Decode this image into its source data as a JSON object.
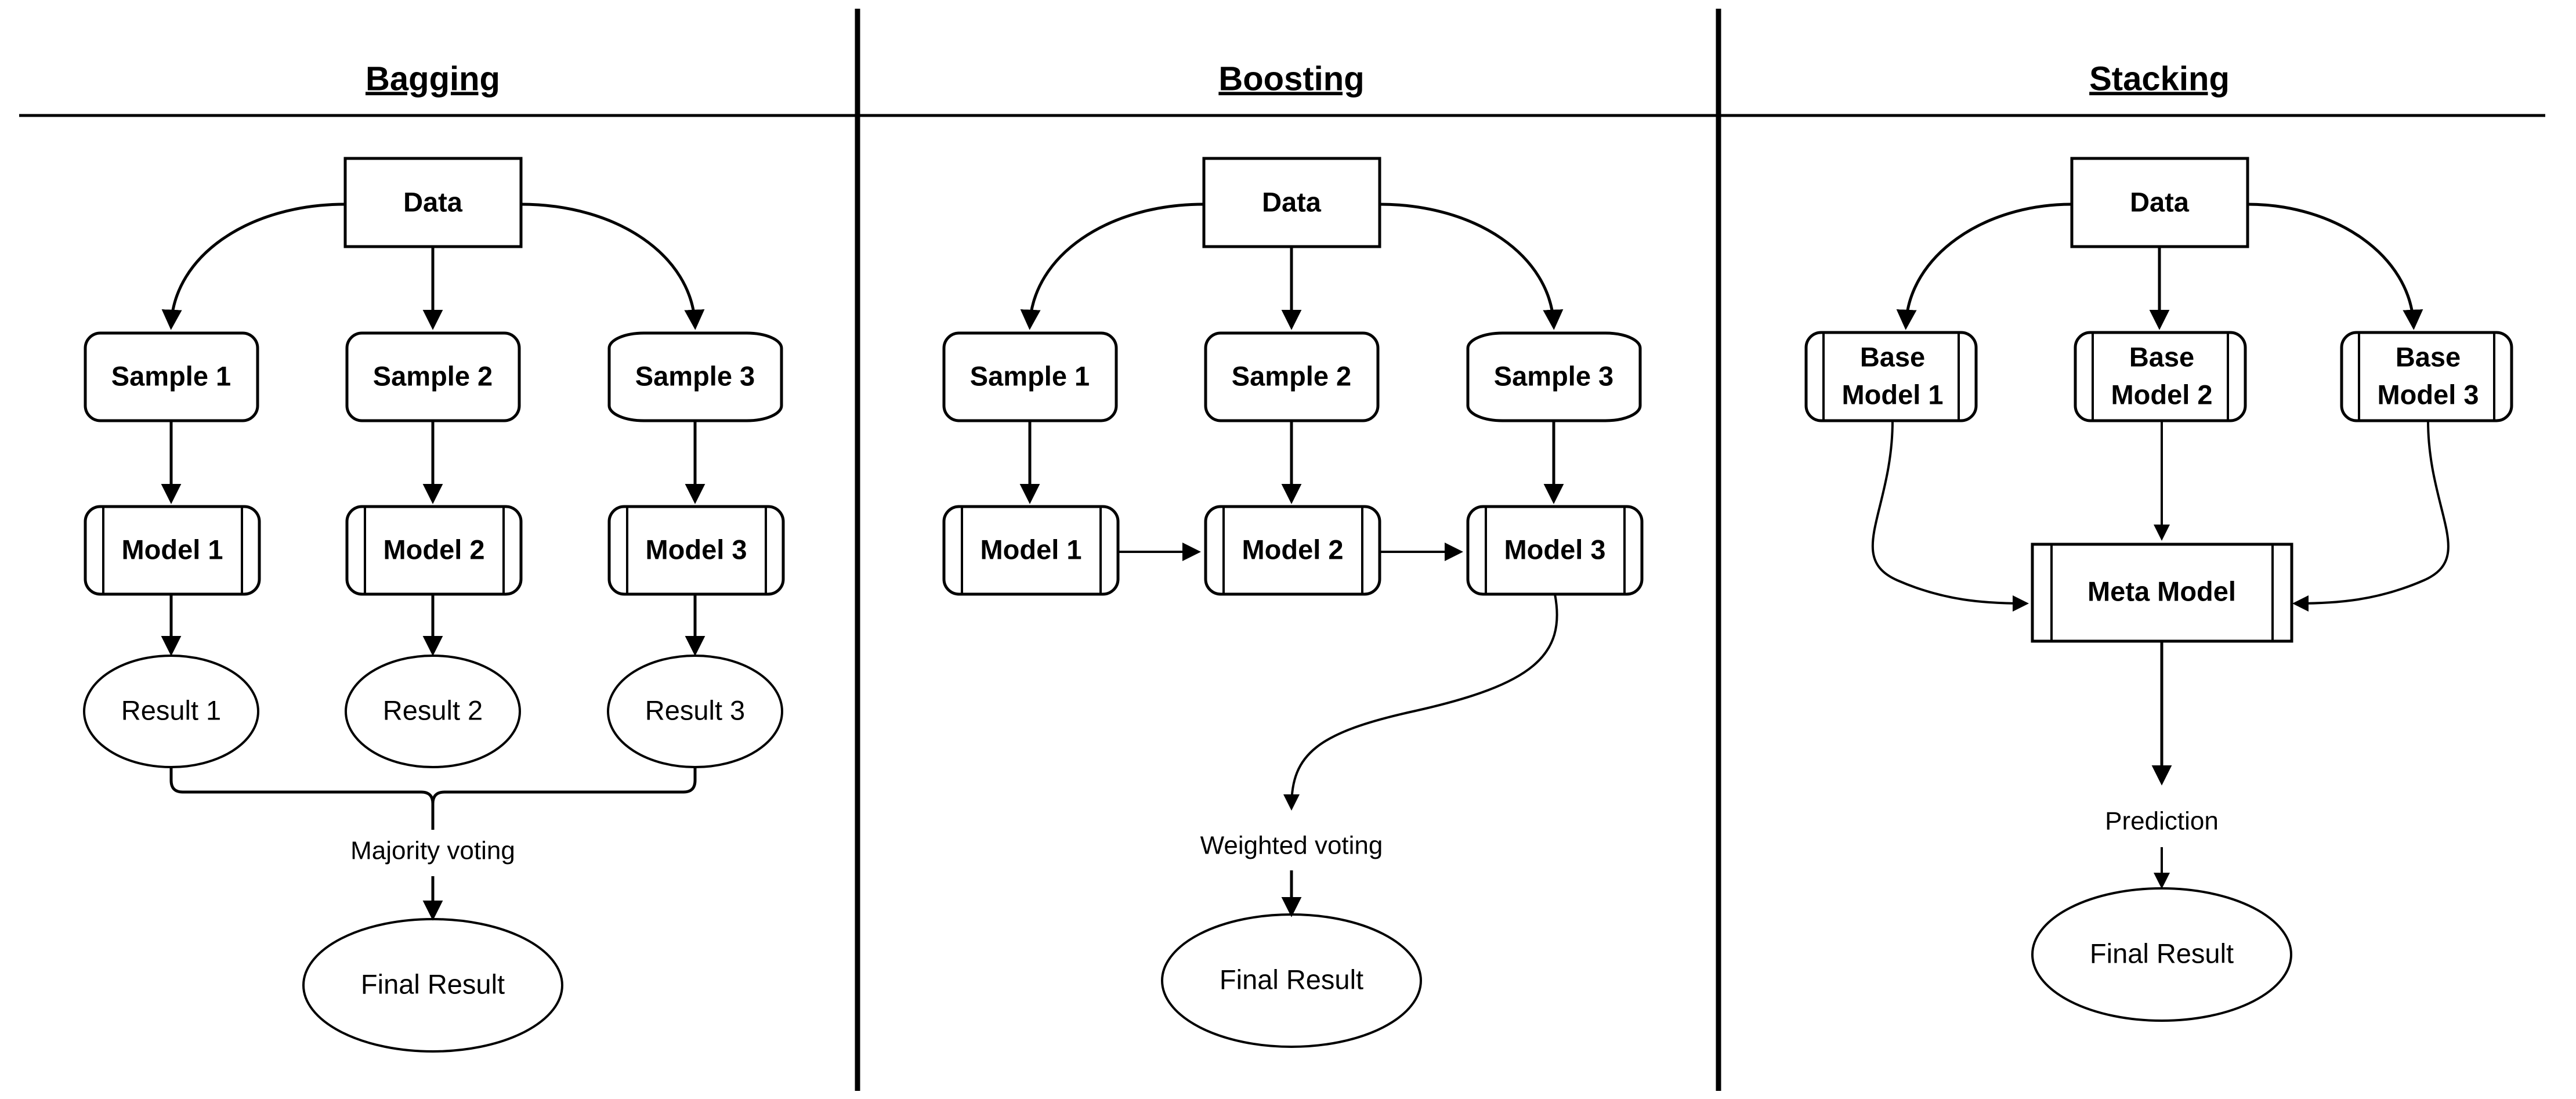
{
  "figure": {
    "columns": [
      {
        "id": "bagging",
        "title": "Bagging",
        "data_label": "Data",
        "level1": [
          "Sample 1",
          "Sample 2",
          "Sample 3"
        ],
        "level2": [
          "Model 1",
          "Model 2",
          "Model 3"
        ],
        "level3": [
          "Result 1",
          "Result 2",
          "Result 3"
        ],
        "aggregation_label": "Majority voting",
        "final_label": "Final Result"
      },
      {
        "id": "boosting",
        "title": "Boosting",
        "data_label": "Data",
        "level1": [
          "Sample 1",
          "Sample 2",
          "Sample 3"
        ],
        "level2": [
          "Model 1",
          "Model 2",
          "Model 3"
        ],
        "aggregation_label": "Weighted voting",
        "final_label": "Final Result"
      },
      {
        "id": "stacking",
        "title": "Stacking",
        "data_label": "Data",
        "level1": [
          "Base\nModel 1",
          "Base\nModel 2",
          "Base\nModel 3"
        ],
        "base_model_lines": [
          [
            "Base",
            "Model 1"
          ],
          [
            "Base",
            "Model 2"
          ],
          [
            "Base",
            "Model 3"
          ]
        ],
        "meta_label": "Meta Model",
        "aggregation_label": "Prediction",
        "final_label": "Final Result"
      }
    ],
    "colors": {
      "stroke": "#000000",
      "fill": "#ffffff",
      "background": "#ffffff"
    }
  },
  "titles": {
    "bagging": "Bagging",
    "boosting": "Boosting",
    "stacking": "Stacking"
  },
  "bagging": {
    "data": "Data",
    "sample1": "Sample 1",
    "sample2": "Sample 2",
    "sample3": "Sample 3",
    "model1": "Model 1",
    "model2": "Model 2",
    "model3": "Model 3",
    "result1": "Result 1",
    "result2": "Result 2",
    "result3": "Result 3",
    "voting": "Majority voting",
    "final": "Final Result"
  },
  "boosting": {
    "data": "Data",
    "sample1": "Sample 1",
    "sample2": "Sample 2",
    "sample3": "Sample 3",
    "model1": "Model 1",
    "model2": "Model 2",
    "model3": "Model 3",
    "voting": "Weighted voting",
    "final": "Final Result"
  },
  "stacking": {
    "data": "Data",
    "base1_line1": "Base",
    "base1_line2": "Model 1",
    "base2_line1": "Base",
    "base2_line2": "Model 2",
    "base3_line1": "Base",
    "base3_line2": "Model 3",
    "meta": "Meta Model",
    "prediction": "Prediction",
    "final": "Final Result"
  }
}
